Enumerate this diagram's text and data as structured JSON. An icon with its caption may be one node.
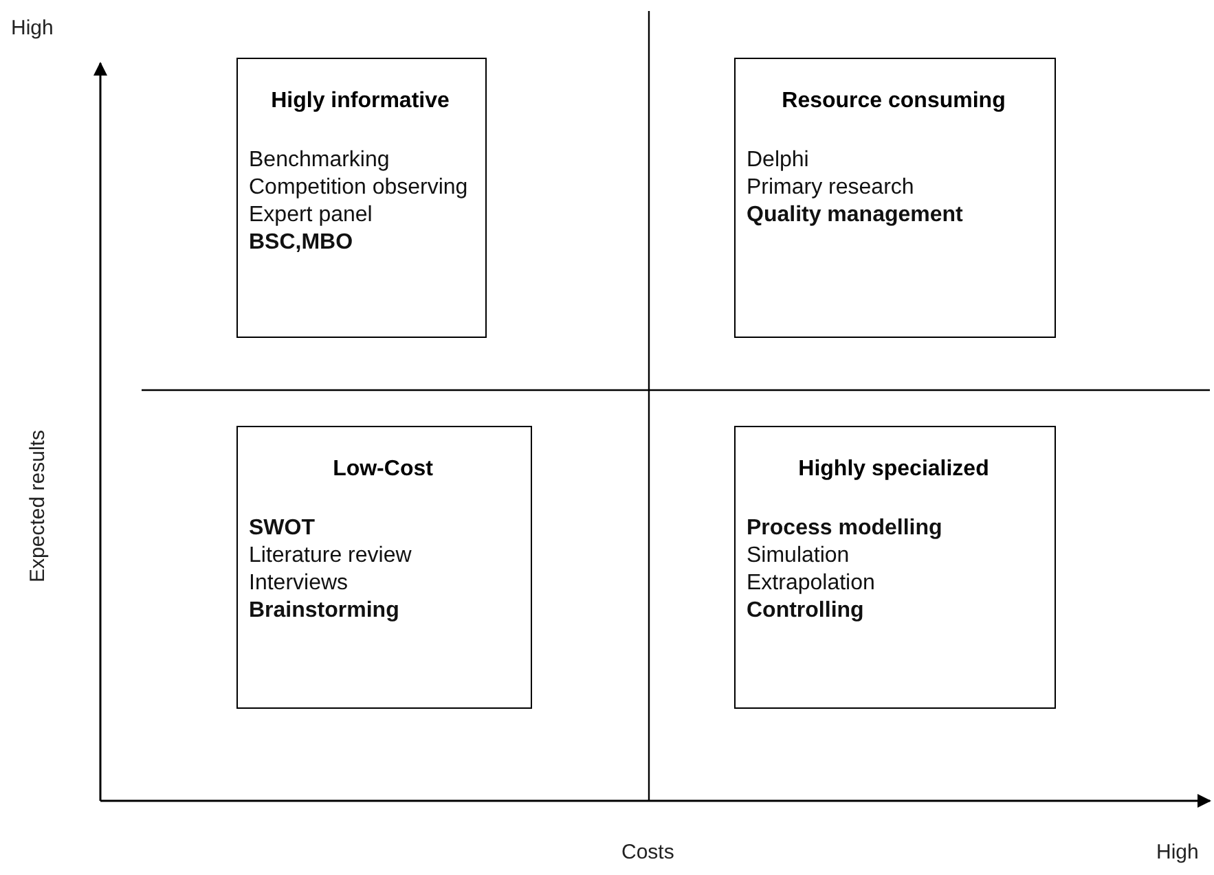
{
  "diagram": {
    "nodes": [
      {
        "text": [
          "Higly informative",
          "Benchmarking",
          "Competition observing",
          "Expert panel",
          "**BSC,MBO**"
        ]
      },
      {
        "text": [
          "Resource consuming",
          "Delphi",
          "Primary research",
          "**Quality management**"
        ]
      },
      {
        "text": [
          "Low-Cost",
          "**SWOT**",
          "Literature review",
          "Interviews",
          "**Brainstorming**"
        ]
      },
      {
        "text": [
          "Highly specialized",
          "**Process modelling**",
          "Simulation",
          "Extrapolation",
          "**Controlling**"
        ]
      }
    ],
    "labels": [
      "High",
      "Expected results",
      "Costs",
      "High"
    ]
  }
}
